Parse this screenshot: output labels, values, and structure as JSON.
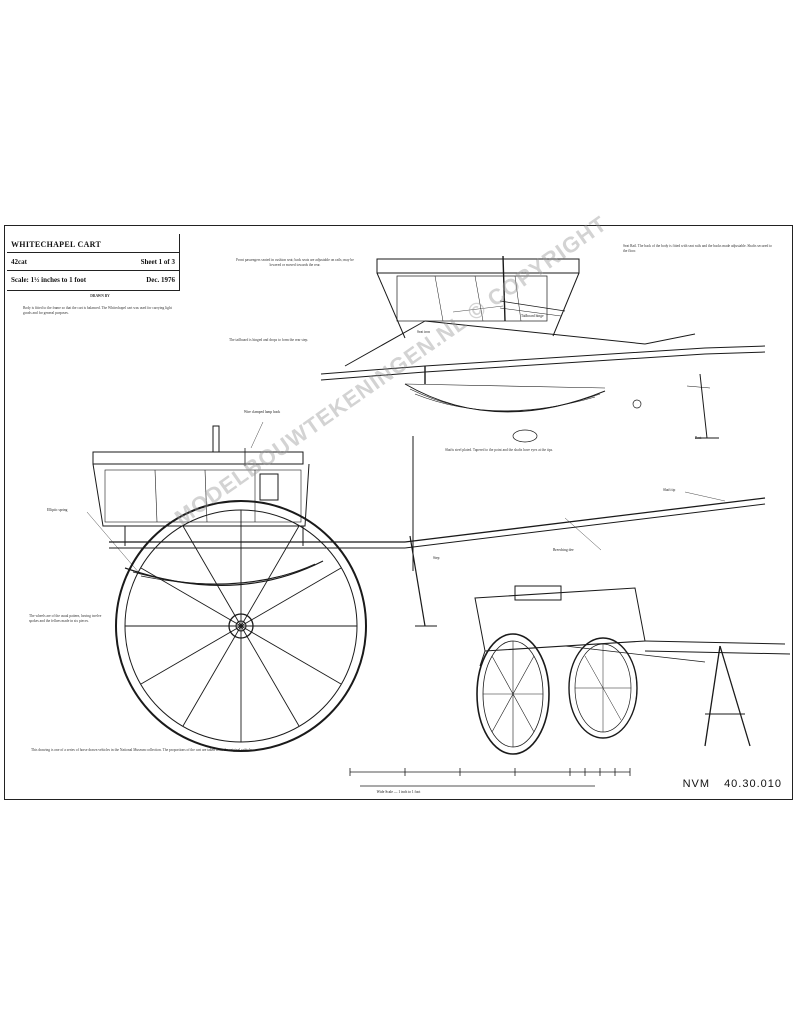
{
  "title_block": {
    "name": "WHITECHAPEL CART",
    "catalog": "42cat",
    "sheet": "Sheet 1 of 3",
    "scale": "Scale: 1½ inches to 1 foot",
    "date": "Dec. 1976"
  },
  "reference": {
    "prefix": "NVM",
    "number": "40.30.010"
  },
  "watermark": "MODELBOUWTEKENINGEN.NL © COPYRIGHT",
  "scale_bar_caption": "Wide Scale — 1 inch to 1 foot",
  "notes": {
    "top_center": "Front passengers seated in cushion seat; back seats are adjustable on rails; may be lowered or moved towards the rear.",
    "left_heading": "DRAWN BY",
    "left_body": "Body is fitted to the frame so that the cart is balanced. The Whitechapel cart was used for carrying light goods and for general purposes.",
    "seat_note": "The tailboard is hinged and drops to form the rear step.",
    "right_top": "Seat Rail. The back of the body is fitted with seat rails and the backs made adjustable. Shafts secured to the floor.",
    "mid_right": "Shafts steel plated. Tapered to the point and the shafts have eyes at the tips.",
    "left_lower": "The wheels are of the usual pattern, having twelve spokes and the felloes made in six pieces.",
    "bottom": "This drawing is one of a series of horse drawn vehicles in the National Museum collection. The proportions of the cart are taken from the original vehicle."
  },
  "labels": {
    "lamp": "Wire clamped lamp hook",
    "spring": "Elliptic spring",
    "shaft_tip": "Shaft tip",
    "breeching": "Breeching dee",
    "step": "Step",
    "hinge": "Tailboard hinge",
    "leg_rest": "Rest",
    "seat_iron": "Seat iron"
  }
}
